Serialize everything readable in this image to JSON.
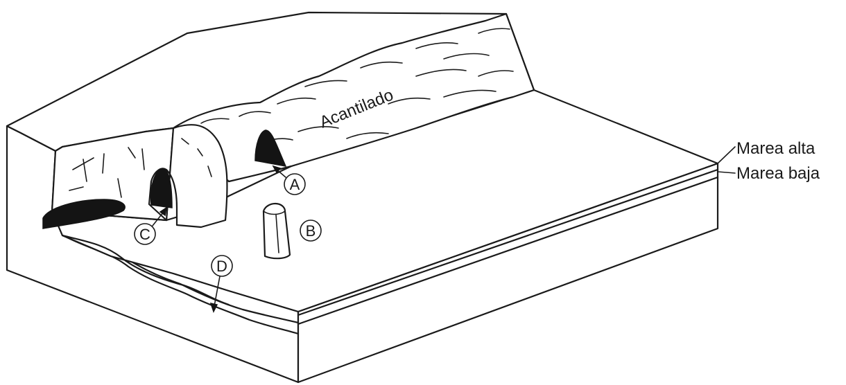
{
  "labels": {
    "cliff": "Acantilado",
    "high_tide": "Marea alta",
    "low_tide": "Marea baja",
    "markers": [
      "A",
      "B",
      "C",
      "D"
    ]
  },
  "colors": {
    "ink": "#1a1a1a",
    "background": "#ffffff",
    "cave_fill": "#141414"
  }
}
